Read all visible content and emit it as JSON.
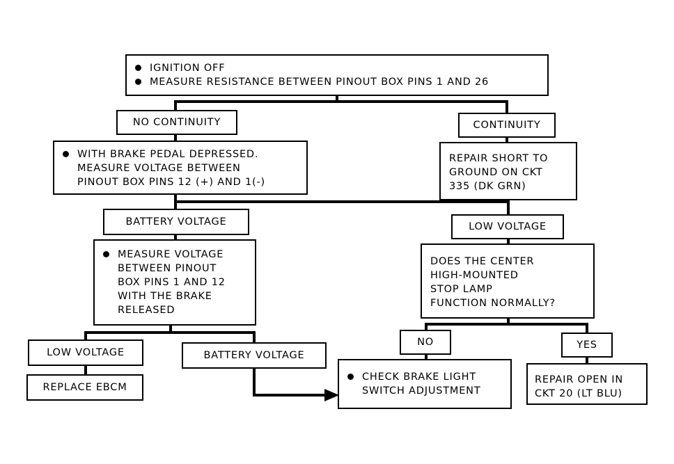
{
  "boxes": {
    "start": {
      "lines": [
        "IGNITION OFF",
        "MEASURE RESISTANCE BETWEEN PINOUT BOX PINS 1 AND 26"
      ]
    },
    "no_continuity": "NO CONTINUITY",
    "continuity": "CONTINUITY",
    "brake_depressed": {
      "lines": [
        "WITH BRAKE PEDAL DEPRESSED.",
        "MEASURE VOLTAGE BETWEEN",
        "PINOUT BOX PINS 12 (+) AND 1(-)"
      ]
    },
    "repair_short": {
      "lines": [
        "REPAIR SHORT TO",
        "GROUND ON CKT",
        "335 (DK GRN)"
      ]
    },
    "battery_voltage_1": "BATTERY VOLTAGE",
    "low_voltage_1": "LOW VOLTAGE",
    "measure_released": {
      "lines": [
        "MEASURE VOLTAGE",
        "BETWEEN PINOUT",
        "BOX PINS 1 AND 12",
        "WITH THE BRAKE",
        "RELEASED"
      ]
    },
    "center_lamp": {
      "lines": [
        "DOES THE CENTER",
        "HIGH-MOUNTED",
        "STOP LAMP",
        "FUNCTION NORMALLY?"
      ]
    },
    "low_voltage_2": "LOW VOLTAGE",
    "battery_voltage_2": "BATTERY VOLTAGE",
    "no": "NO",
    "yes": "YES",
    "replace_ebcm": "REPLACE EBCM",
    "check_switch": {
      "lines": [
        "CHECK BRAKE LIGHT",
        "SWITCH ADJUSTMENT"
      ]
    },
    "repair_open": {
      "lines": [
        "REPAIR OPEN IN",
        "CKT 20 (LT BLU)"
      ]
    }
  }
}
